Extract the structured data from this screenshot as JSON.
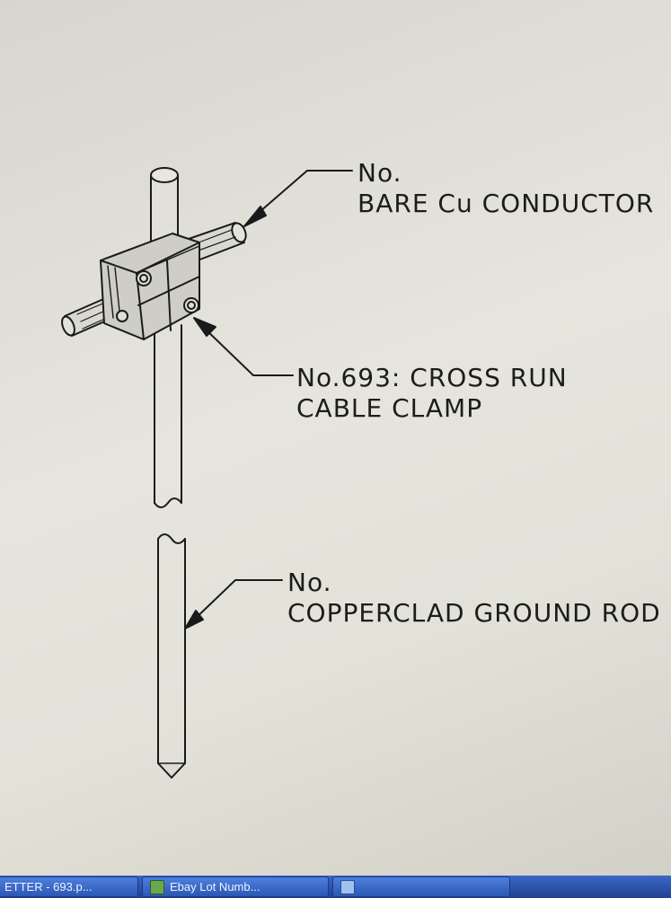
{
  "callouts": {
    "conductor": {
      "line1": "No.",
      "line2": "BARE Cu CONDUCTOR"
    },
    "clamp": {
      "line1": "No.693: CROSS RUN",
      "line2": "CABLE CLAMP"
    },
    "rod": {
      "line1": "No.",
      "line2": "COPPERCLAD GROUND ROD"
    }
  },
  "taskbar": {
    "items": [
      {
        "label": "ETTER - 693.p...",
        "icon": "pdf-document-icon"
      },
      {
        "label": "Ebay Lot Numb...",
        "icon": "spreadsheet-icon"
      },
      {
        "label": "",
        "icon": "window-icon"
      }
    ]
  }
}
